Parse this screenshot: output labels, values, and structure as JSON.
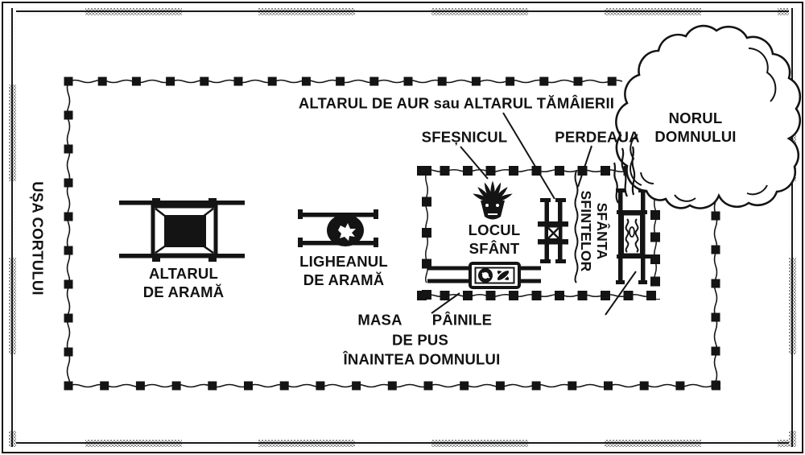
{
  "diagram": {
    "labels": {
      "golden_altar": "ALTARUL DE AUR sau ALTARUL TĂMÂIERII",
      "lampstand": "SFEȘNICUL",
      "veil": "PERDEAUA",
      "cloud": [
        "NORUL",
        "DOMNULUI"
      ],
      "court_door": "UȘA CORTULUI",
      "bronze_altar": [
        "ALTARUL",
        "DE ARAMĂ"
      ],
      "bronze_laver": [
        "LIGHEANUL",
        "DE ARAMĂ"
      ],
      "holy_place": [
        "LOCUL",
        "SFÂNT"
      ],
      "holy_of_holies": [
        "SFÂNTA",
        "SFINTELOR"
      ],
      "table": "MASA",
      "showbread": [
        "PÂINILE",
        "DE PUS",
        "ÎNAINTEA DOMNULUI"
      ]
    },
    "figures": [
      "courtyard-fence",
      "tabernacle-walls",
      "veil-line",
      "bronze-altar",
      "bronze-laver",
      "lampstand",
      "golden-altar",
      "showbread-table",
      "ark-of-covenant",
      "cloud-of-the-lord",
      "smoke"
    ],
    "colors": {
      "ink": "#141414",
      "paper": "#ffffff",
      "frame_checker": "#8f8f8f"
    }
  }
}
